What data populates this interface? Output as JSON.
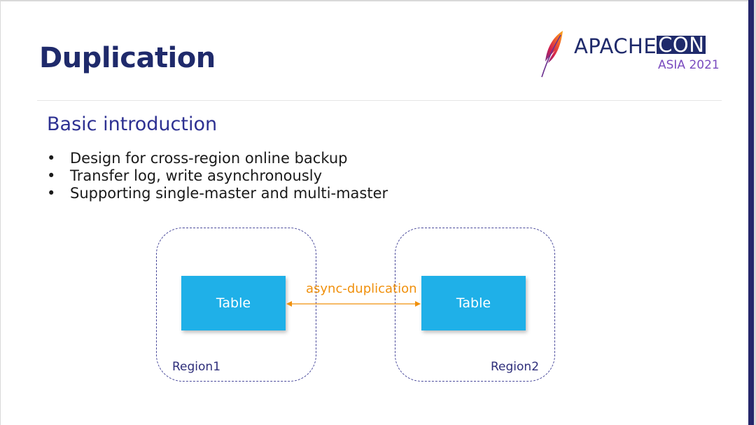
{
  "slide": {
    "title": "Duplication",
    "subtitle": "Basic introduction",
    "bullets": [
      "Design for cross-region online backup",
      "Transfer log, write asynchronously",
      "Supporting single-master and multi-master"
    ],
    "bullet_symbol": "•"
  },
  "logo": {
    "word_main": "APACHE",
    "word_boxed": "CON",
    "sub": "ASIA 2021",
    "icon": "feather-icon"
  },
  "diagram": {
    "left_table": "Table",
    "right_table": "Table",
    "left_region": "Region1",
    "right_region": "Region2",
    "link_label": "async-duplication"
  },
  "colors": {
    "title": "#1f2a6b",
    "subtitle": "#2e3192",
    "table_fill": "#1fb0e8",
    "arrow": "#f0900c",
    "region_border": "#4c4c9c",
    "side_bar": "#25266b"
  }
}
